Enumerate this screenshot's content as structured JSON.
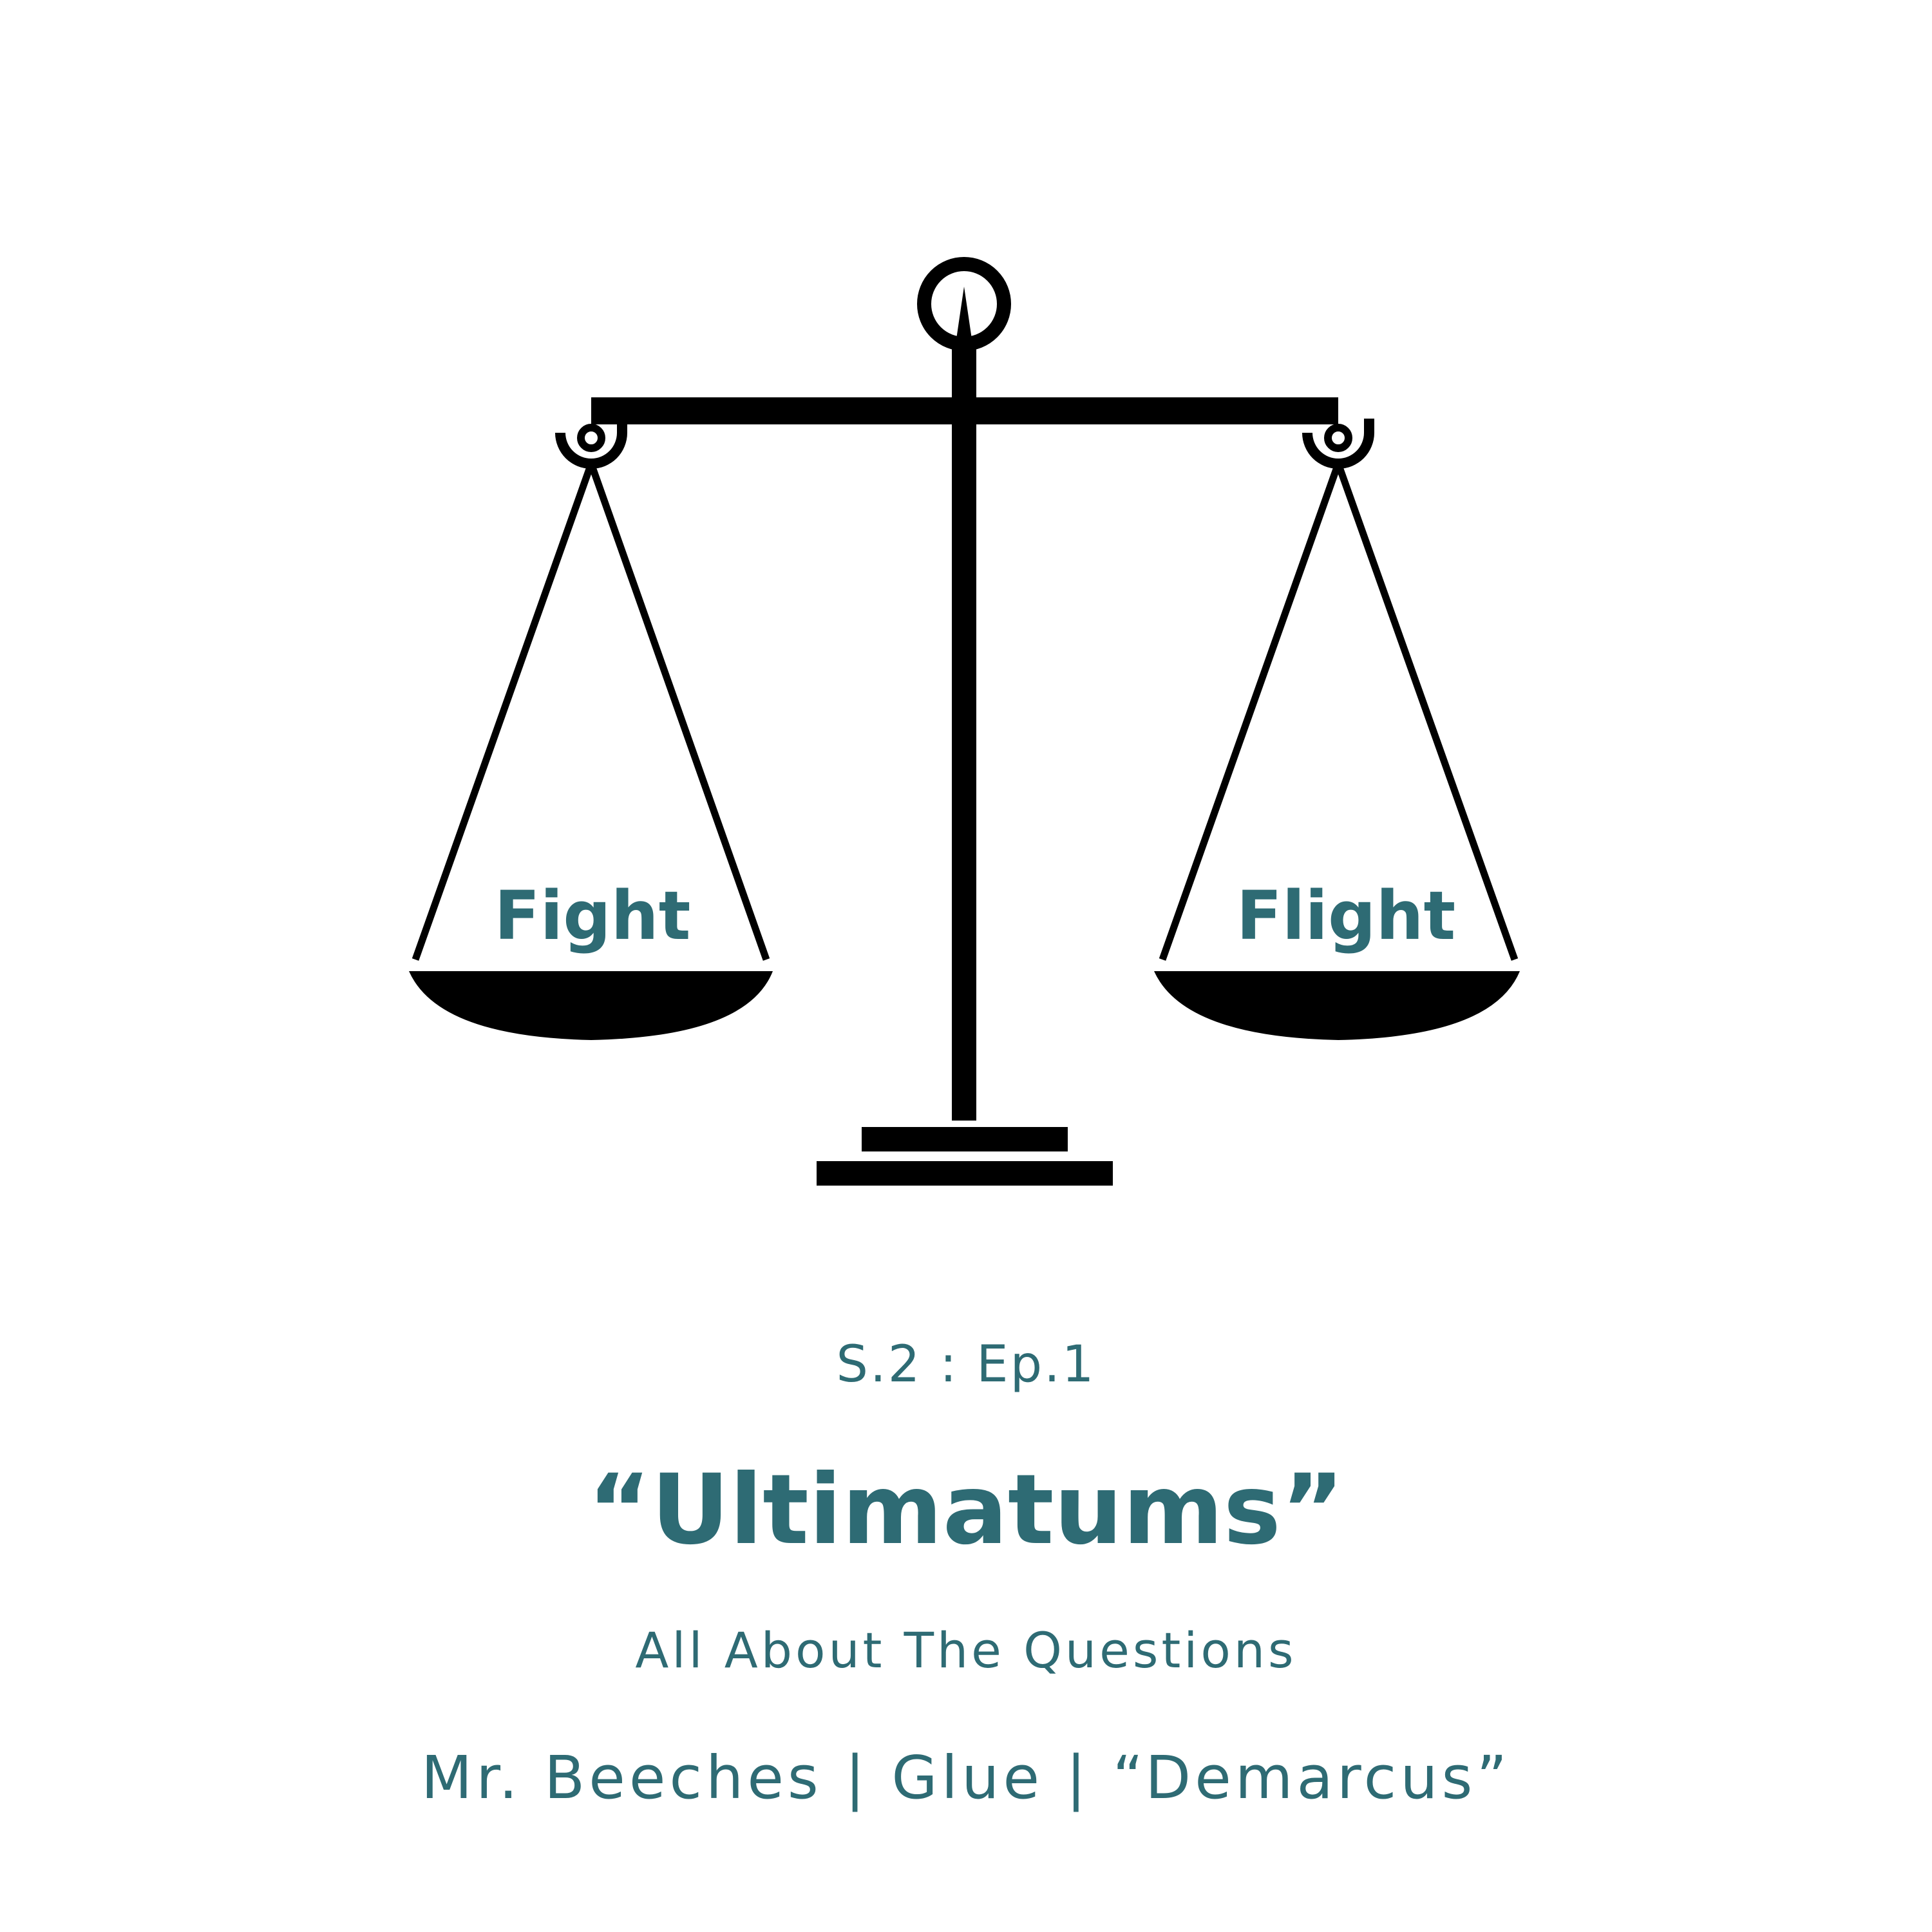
{
  "colors": {
    "teal": "#2e6b74",
    "ink": "#000000",
    "background": "#ffffff"
  },
  "illustration": {
    "icon": "balance-scale-icon",
    "left_pan_label": "Fight",
    "right_pan_label": "Flight"
  },
  "episode": {
    "number": "S.2 : Ep.1",
    "title": "“Ultimatums”",
    "show": "All About The Questions",
    "credits": "Mr. Beeches | Glue | “Demarcus”"
  }
}
